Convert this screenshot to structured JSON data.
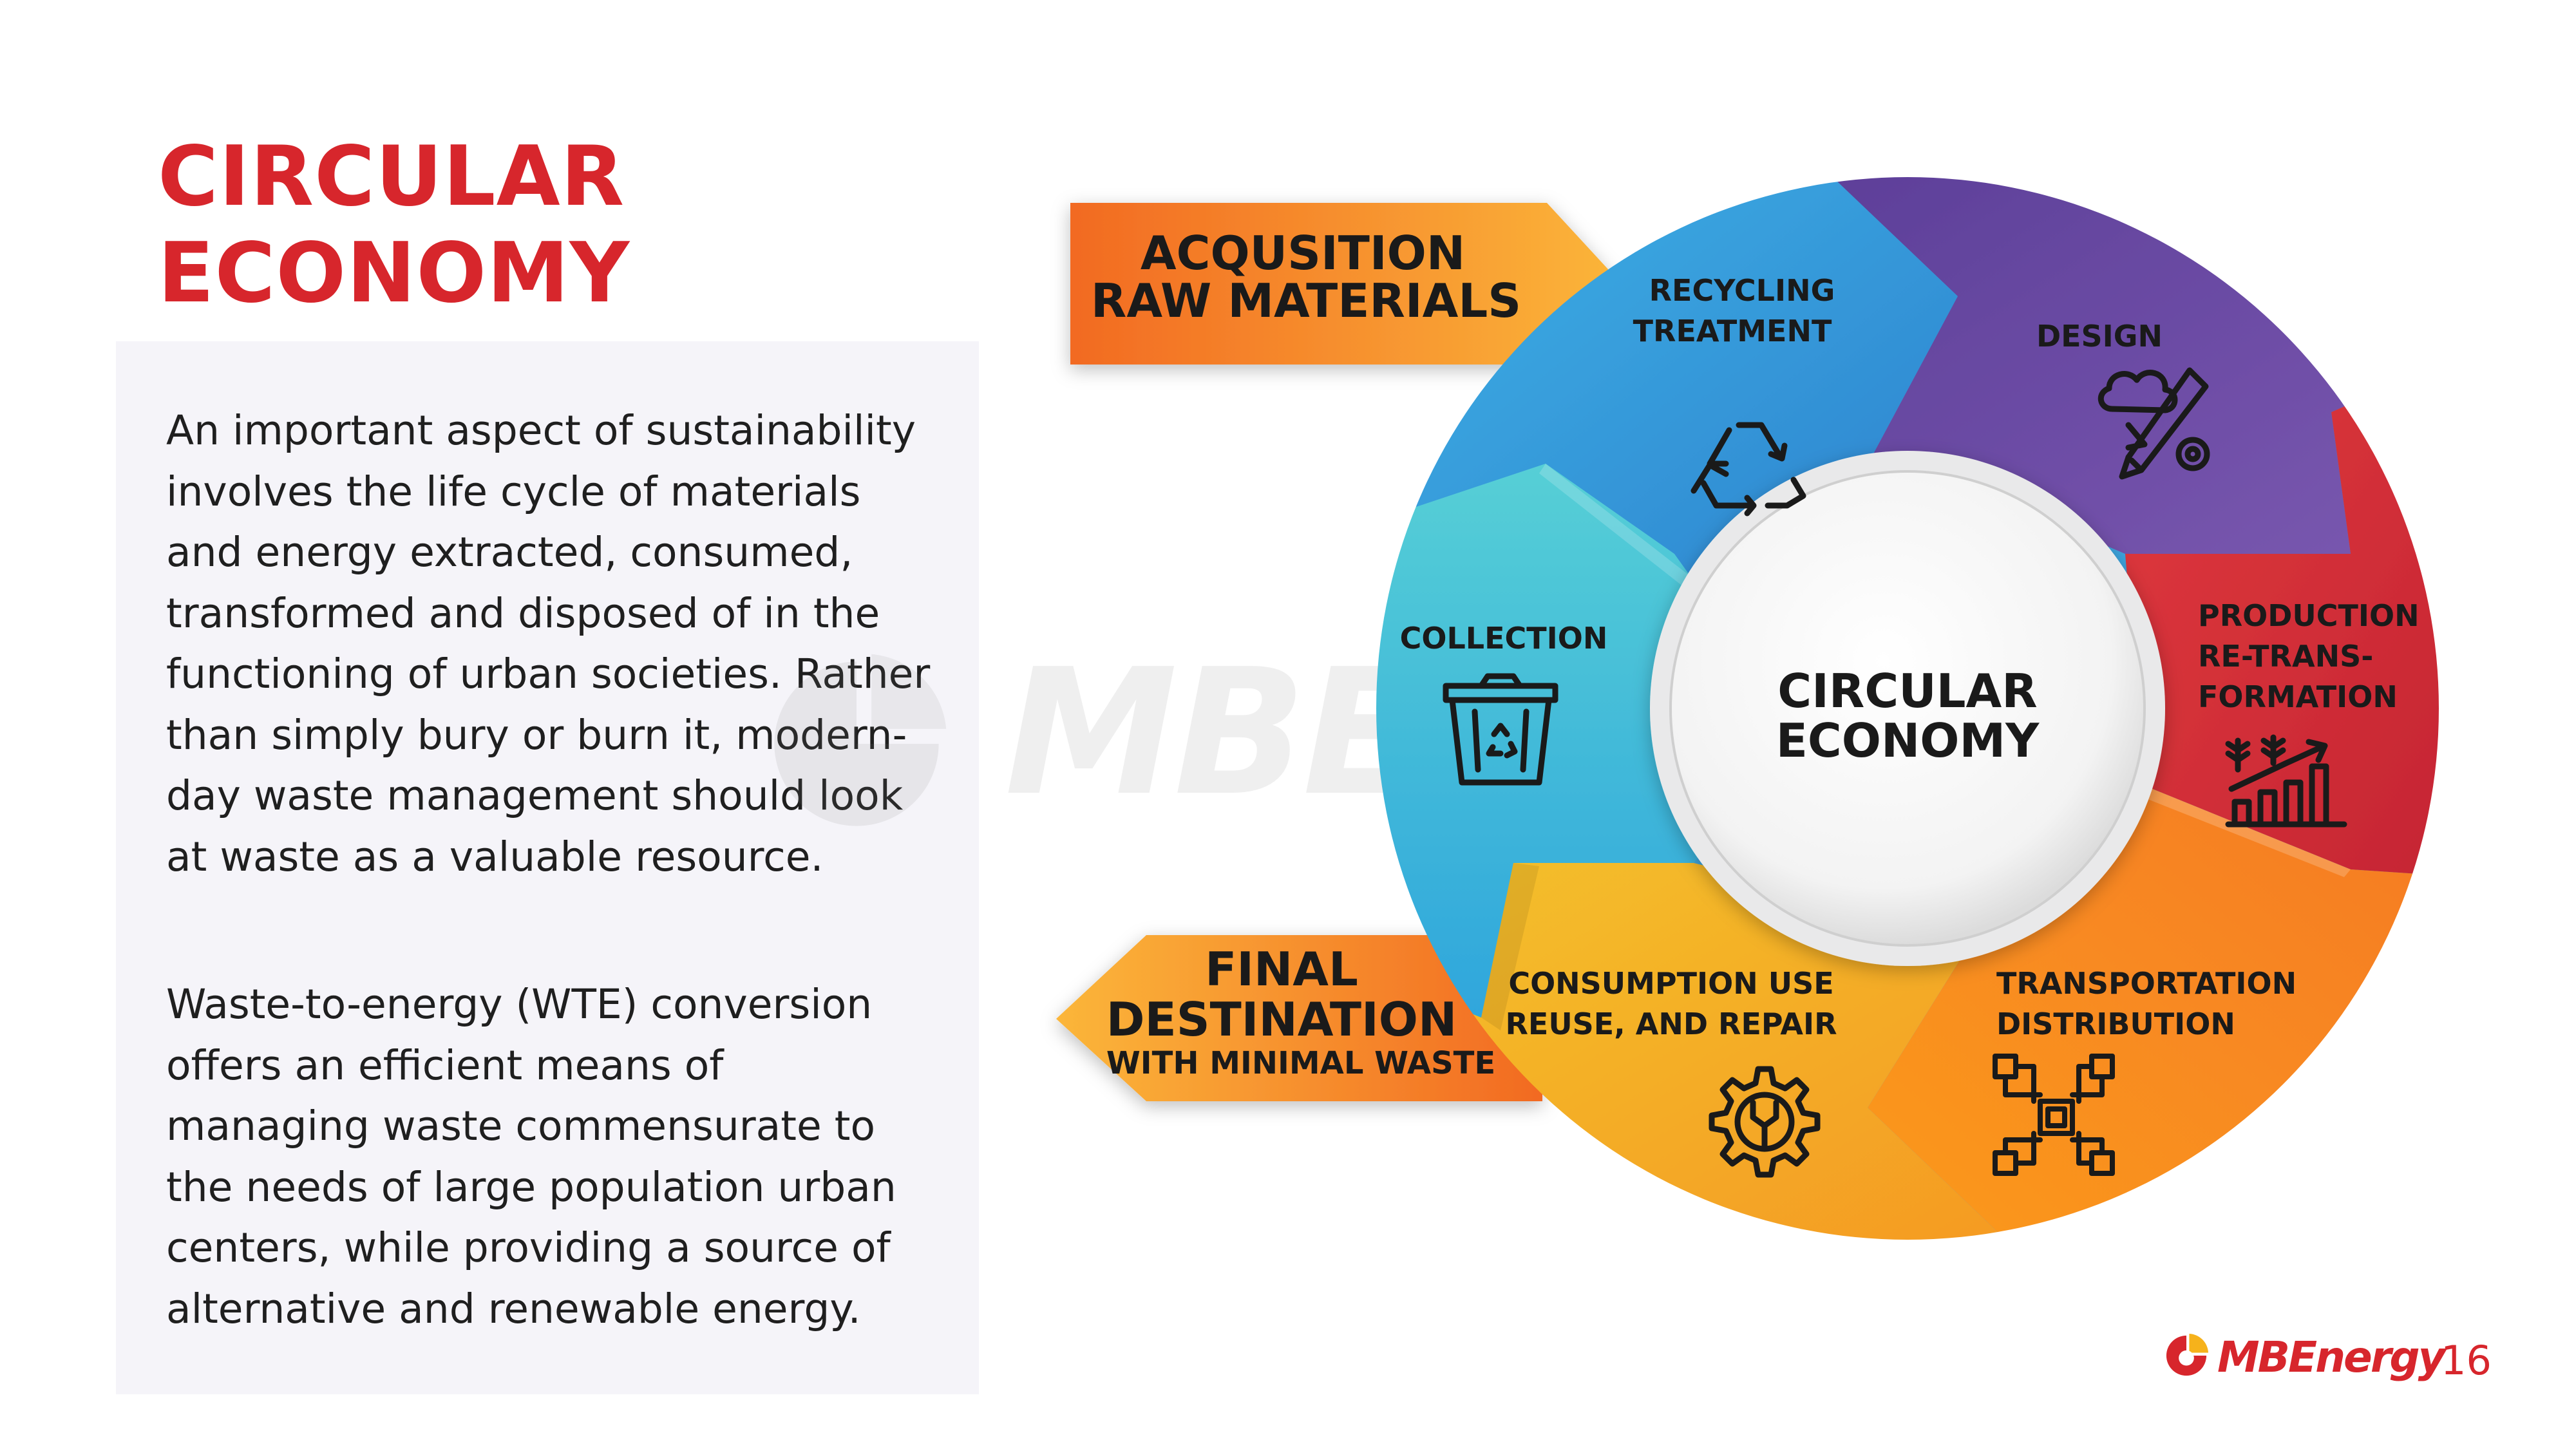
{
  "slide": {
    "title_line1": "CIRCULAR",
    "title_line2": "ECONOMY",
    "paragraph1": "An important aspect of sustainability involves the life cycle of materials and energy extracted, consumed, transformed and disposed of in the functioning of urban societies.  Rather than simply bury or burn it, modern-day waste management should look at waste as a valuable resource.",
    "paragraph2": "Waste-to-energy (WTE) conversion offers an efficient means of managing waste commensurate to the needs of large population urban centers, while providing a source of alternative and renewable energy.",
    "page_number": "16"
  },
  "brand": {
    "name": "MBEnergy",
    "color": "#d7262c"
  },
  "diagram": {
    "center_line1": "CIRCULAR",
    "center_line2": "ECONOMY",
    "segments": [
      {
        "label_line1": "RECYCLING",
        "label_line2": "TREATMENT",
        "icon": "recycle-icon",
        "color": "#3da3dc"
      },
      {
        "label_line1": "DESIGN",
        "icon": "design-idea-icon",
        "color": "#6a4ca0"
      },
      {
        "label_line1": "PRODUCTION",
        "label_line2": "RE-TRANS-",
        "label_line3": "FORMATION",
        "icon": "growth-chart-icon",
        "color": "#d6303a"
      },
      {
        "label_line1": "TRANSPORTATION",
        "label_line2": "DISTRIBUTION",
        "icon": "circuit-network-icon",
        "color": "#f47c20"
      },
      {
        "label_line1": "CONSUMPTION USE",
        "label_line2": "REUSE, AND REPAIR",
        "icon": "gear-wrench-icon",
        "color": "#f2a623"
      },
      {
        "label_line1": "COLLECTION",
        "icon": "recycle-bin-icon",
        "color": "#43c1d4"
      }
    ],
    "input_arrow": {
      "line1": "ACQUSITION",
      "line2": "RAW MATERIALS"
    },
    "output_arrow": {
      "line1": "FINAL",
      "line2": "DESTINATION",
      "line3": "WITH MINIMAL WASTE"
    }
  }
}
